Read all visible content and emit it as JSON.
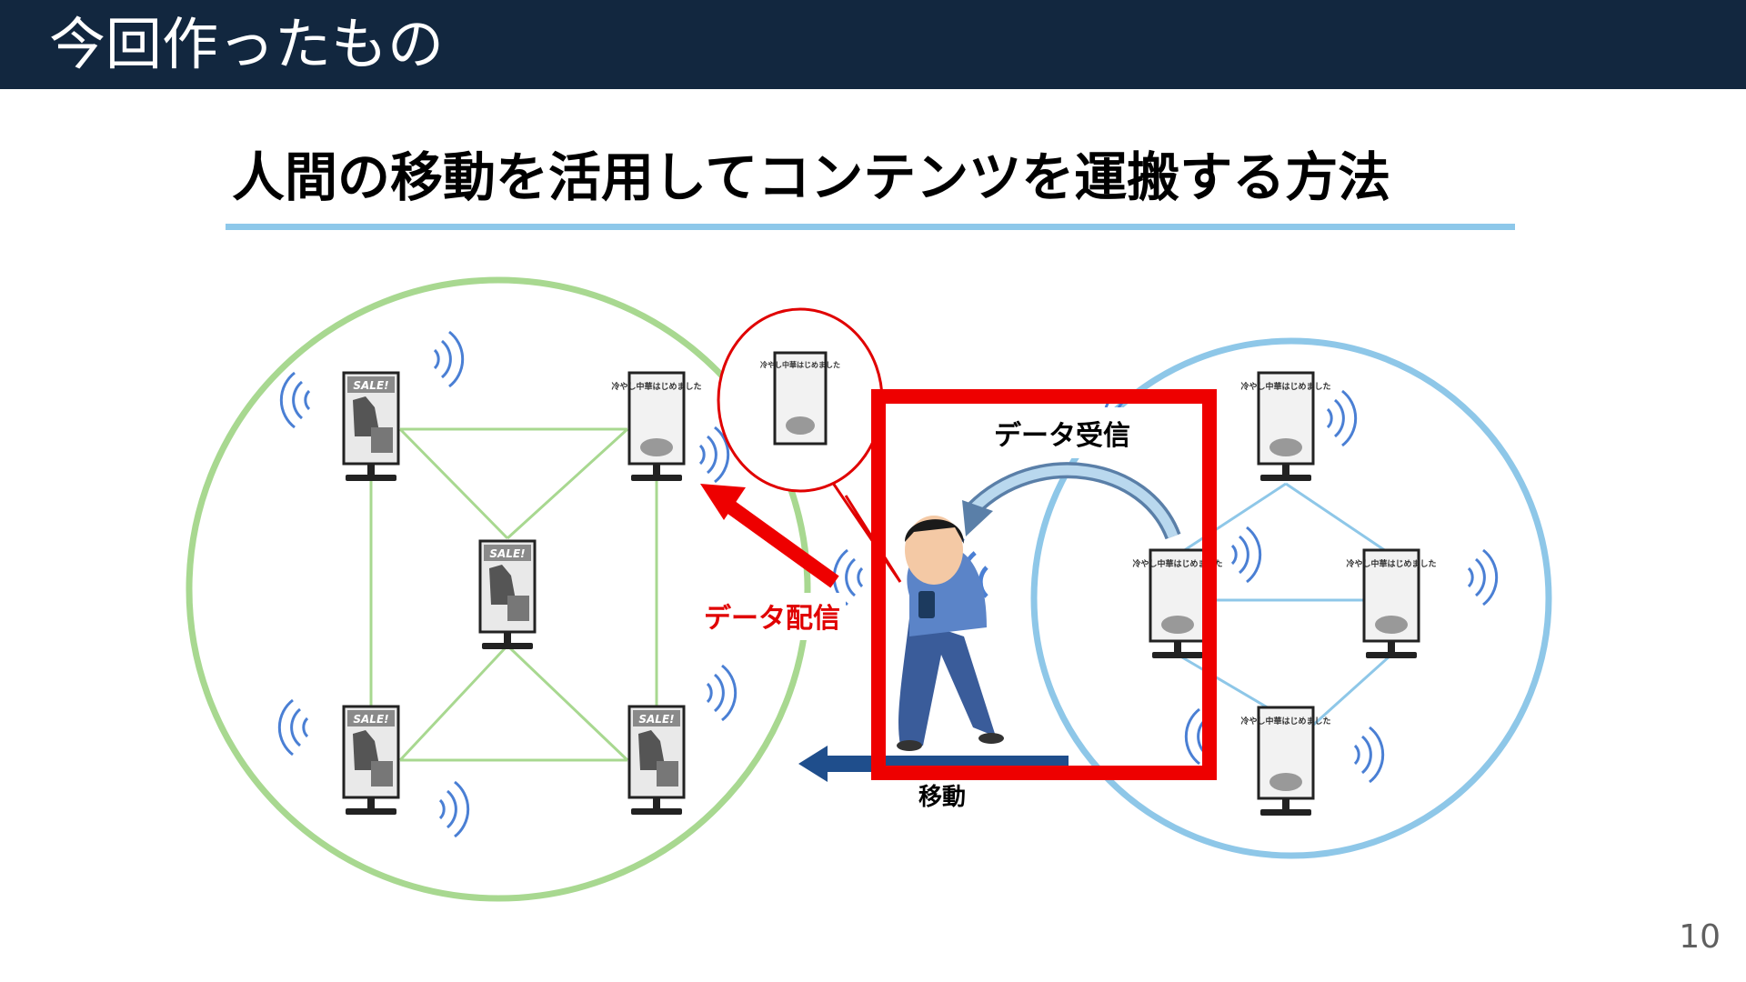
{
  "header": {
    "title": "今回作ったもの"
  },
  "subtitle": "人間の移動を活用してコンテンツを運搬する方法",
  "labels": {
    "receive": "データ受信",
    "distribute": "データ配信",
    "move": "移動"
  },
  "signage": {
    "sale_text": "SALE!",
    "ramen_text": "冷やし中華はじめました"
  },
  "colors": {
    "header_bg": "#12273f",
    "rule": "#8dc8ea",
    "green_area": "#a8d890",
    "blue_area": "#8ec7e8",
    "highlight_red": "#ee0000",
    "wave": "#4a7fd4",
    "walk_arrow": "#1f4e8c"
  },
  "page_number": "10"
}
